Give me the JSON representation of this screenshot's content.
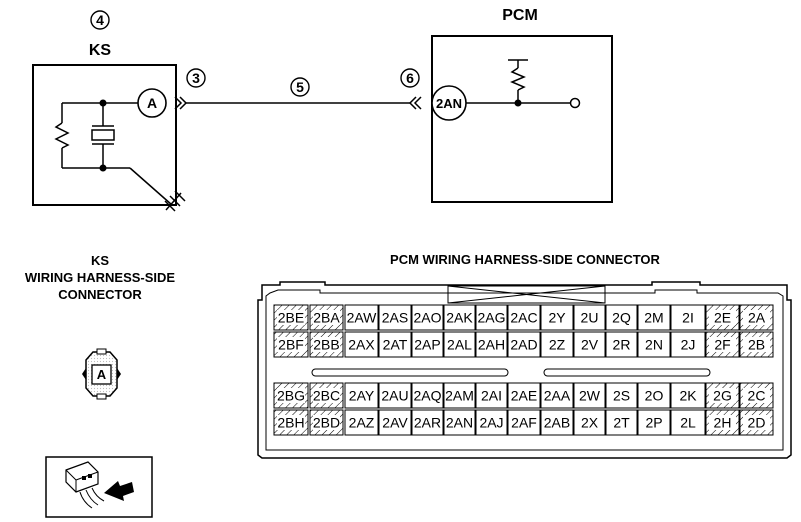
{
  "ks": {
    "callout": "4",
    "title": "KS",
    "terminal": "A",
    "terminal_callout": "3",
    "connector_title": [
      "KS",
      "WIRING HARNESS-SIDE",
      "CONNECTOR"
    ],
    "connector_pin": "A"
  },
  "wire": {
    "callout": "5"
  },
  "pcm": {
    "title": "PCM",
    "terminal": "2AN",
    "terminal_callout": "6",
    "connector_title": "PCM WIRING HARNESS-SIDE CONNECTOR",
    "rows": [
      [
        "2BE",
        "2BA",
        "2AW",
        "2AS",
        "2AO",
        "2AK",
        "2AG",
        "2AC",
        "2Y",
        "2U",
        "2Q",
        "2M",
        "2I",
        "2E",
        "2A"
      ],
      [
        "2BF",
        "2BB",
        "2AX",
        "2AT",
        "2AP",
        "2AL",
        "2AH",
        "2AD",
        "2Z",
        "2V",
        "2R",
        "2N",
        "2J",
        "2F",
        "2B"
      ],
      [
        "2BG",
        "2BC",
        "2AY",
        "2AU",
        "2AQ",
        "2AM",
        "2AI",
        "2AE",
        "2AA",
        "2W",
        "2S",
        "2O",
        "2K",
        "2G",
        "2C"
      ],
      [
        "2BH",
        "2BD",
        "2AZ",
        "2AV",
        "2AR",
        "2AN",
        "2AJ",
        "2AF",
        "2AB",
        "2X",
        "2T",
        "2P",
        "2L",
        "2H",
        "2D"
      ]
    ]
  }
}
